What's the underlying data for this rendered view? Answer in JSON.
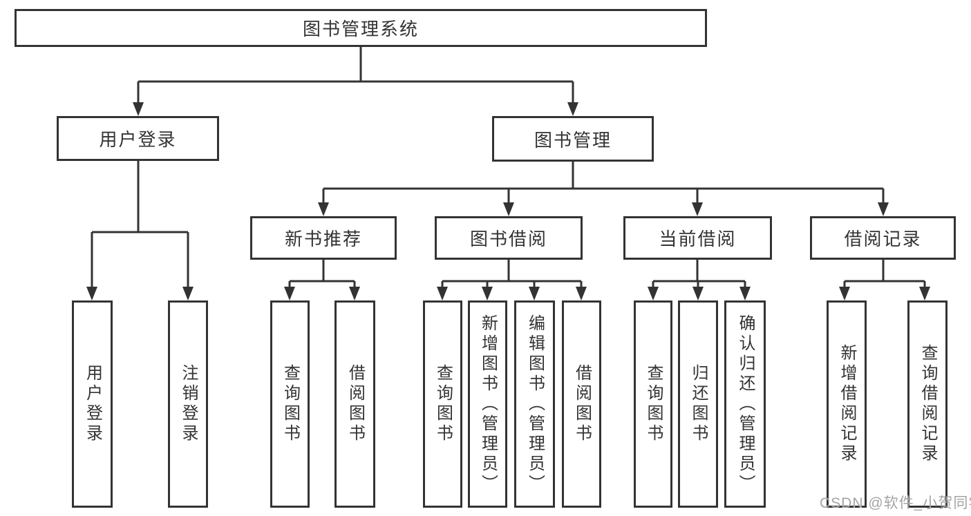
{
  "tree": {
    "label": "图书管理系统",
    "children": [
      {
        "label": "用户登录",
        "children": [
          {
            "label": "用户登录"
          },
          {
            "label": "注销登录"
          }
        ]
      },
      {
        "label": "图书管理",
        "children": [
          {
            "label": "新书推荐",
            "children": [
              {
                "label": "查询图书"
              },
              {
                "label": "借阅图书"
              }
            ]
          },
          {
            "label": "图书借阅",
            "children": [
              {
                "label": "查询图书"
              },
              {
                "label": "新增图书（管理员）"
              },
              {
                "label": "编辑图书（管理员）"
              },
              {
                "label": "借阅图书"
              }
            ]
          },
          {
            "label": "当前借阅",
            "children": [
              {
                "label": "查询图书"
              },
              {
                "label": "归还图书"
              },
              {
                "label": "确认归还（管理员）"
              }
            ]
          },
          {
            "label": "借阅记录",
            "children": [
              {
                "label": "新增借阅记录"
              },
              {
                "label": "查询借阅记录"
              }
            ]
          }
        ]
      }
    ]
  },
  "watermark": {
    "text": "CSDN @软件_小贺同学"
  },
  "colors": {
    "line": "#333333",
    "box_border": "#333333",
    "text": "#333333",
    "watermark": "#a3a3a3",
    "background": "#ffffff"
  }
}
